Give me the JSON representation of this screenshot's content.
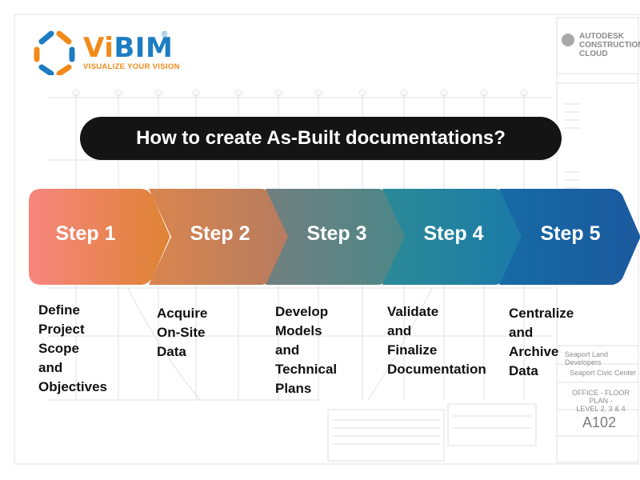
{
  "logo": {
    "name_vi": "Vi",
    "name_bim": "BIM",
    "registered": "®",
    "tagline": "VISUALIZE YOUR VISION",
    "colors": {
      "orange": "#f28a1a",
      "blue": "#1d7dc2"
    }
  },
  "title": "How to create As-Built documentations?",
  "steps": [
    {
      "label": "Step 1",
      "description": "Define\nProject\nScope\nand\nObjectives",
      "color_start": "#f7857e",
      "color_end": "#de8434"
    },
    {
      "label": "Step 2",
      "description": "Acquire\nOn-Site\nData",
      "color_start": "#d9854e",
      "color_end": "#b77c60"
    },
    {
      "label": "Step 3",
      "description": "Develop\nModels\nand\nTechnical\nPlans",
      "color_start": "#72807f",
      "color_end": "#4b8788"
    },
    {
      "label": "Step 4",
      "description": "Validate\nand\nFinalize\nDocumentation",
      "color_start": "#2b8a98",
      "color_end": "#1b7aa8"
    },
    {
      "label": "Step 5",
      "description": "Centralize\nand\nArchive\nData",
      "color_start": "#166aa6",
      "color_end": "#1b5a9e"
    }
  ],
  "background_drawing": {
    "brand": "AUTODESK\nCONSTRUCTION\nCLOUD",
    "developer": "Seaport Land Developers",
    "project": "Seaport Civic Center",
    "sheet_title": "OFFICE - FLOOR PLAN -\nLEVEL 2, 3 & 4",
    "sheet_number": "A102"
  }
}
